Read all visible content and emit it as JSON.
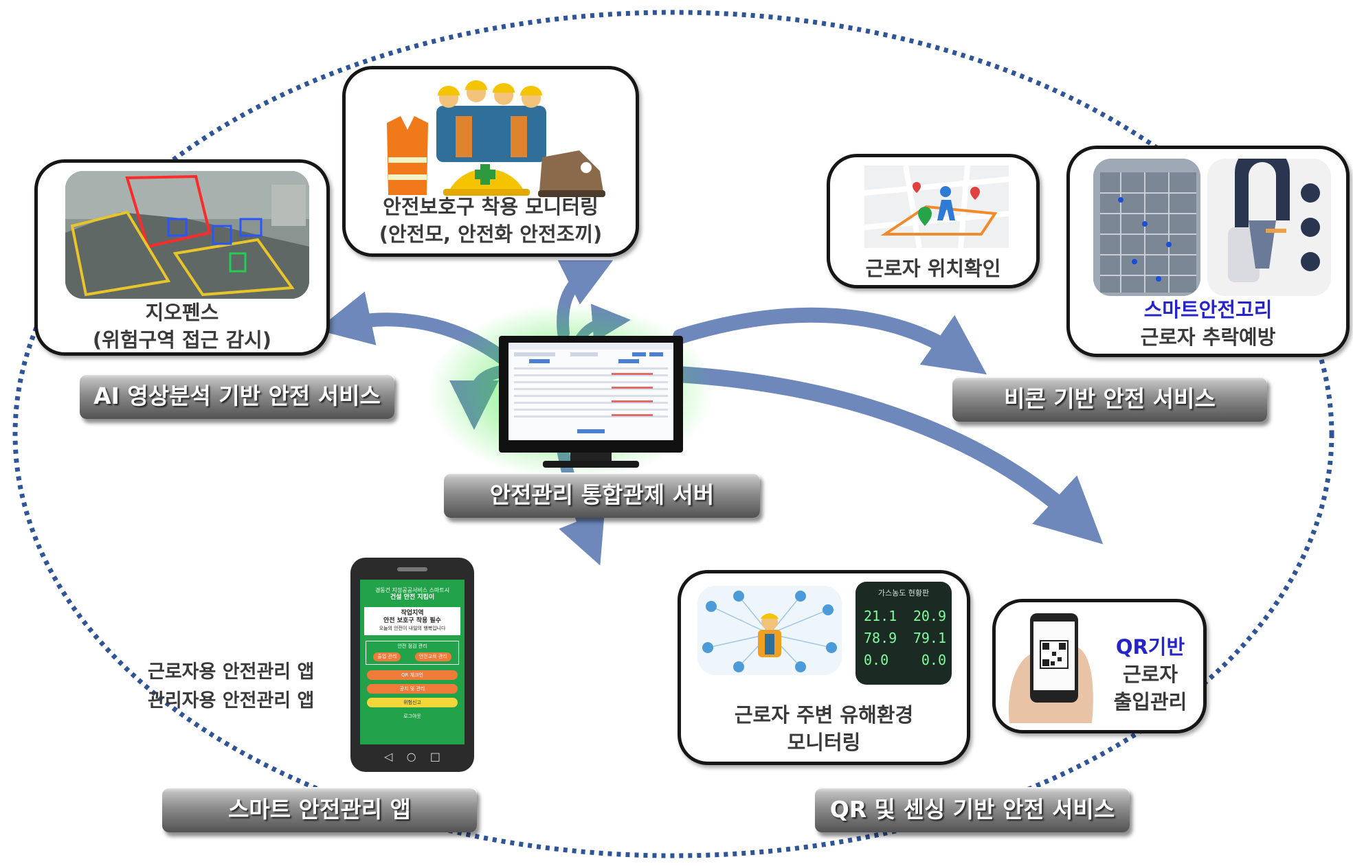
{
  "title_banners": {
    "ai": "AI 영상분석 기반  안전 서비스",
    "beacon": "비콘 기반 안전 서비스",
    "server": "안전관리 통합관제 서버",
    "app": "스마트 안전관리 앱",
    "qr_sensing": "QR  및 센싱 기반 안전 서비스"
  },
  "cards": {
    "geofence": {
      "line1": "지오펜스",
      "line2": "(위험구역 접근 감시)"
    },
    "ppe": {
      "line1": "안전보호구 착용 모니터링",
      "line2": "(안전모, 안전화 안전조끼)"
    },
    "location": {
      "line1": "근로자 위치확인"
    },
    "hook": {
      "line1": "스마트안전고리",
      "line2": "근로자 추락예방"
    },
    "environment": {
      "line1": "근로자 주변 유해환경",
      "line2": "모니터링"
    },
    "qr": {
      "line1": "QR기반",
      "line2": "근로자",
      "line3": "출입관리"
    }
  },
  "app_labels": {
    "worker": "근로자용 안전관리 앱",
    "manager": "관리자용 안전관리 앱"
  },
  "phone_screen": {
    "header1": "경동건 지정공공서비스 스마트시",
    "header2": "건설 안전 지킴이",
    "notice1": "작업지역",
    "notice2": "안전 보호구 착용 필수",
    "notice3": "오늘의 안전이 내일의 행복입니다",
    "section": "안전 점검 관리",
    "btn_a": "출입 관리",
    "btn_b": "안전교육 관리",
    "btn_qr": "QR 체크인",
    "btn_report": "공지 및 관리",
    "btn_emergency": "위험신고",
    "footer": "로그아웃"
  },
  "sensor_board": {
    "title": "가스농도 현황판",
    "rows": [
      {
        "left": "21.1",
        "right": "20.9"
      },
      {
        "left": "78.9",
        "right": "79.1"
      },
      {
        "left": "0.0",
        "right": "0.0"
      }
    ]
  },
  "colors": {
    "banner_top": "#bdbdbd",
    "banner_bottom": "#525252",
    "arrow": "#6e88bb",
    "dotted_ellipse": "#2f5597",
    "hook_label": "#2424c8",
    "qr_label": "#2424c8",
    "server_glow": "#39e639",
    "phone_green": "#22a34a"
  },
  "icons": [
    "safety-vest-icon",
    "hard-hat-icon",
    "safety-boots-icon",
    "walking-person-icon",
    "map-pin-icon",
    "qr-code-icon",
    "wifi-sensor-icon"
  ]
}
